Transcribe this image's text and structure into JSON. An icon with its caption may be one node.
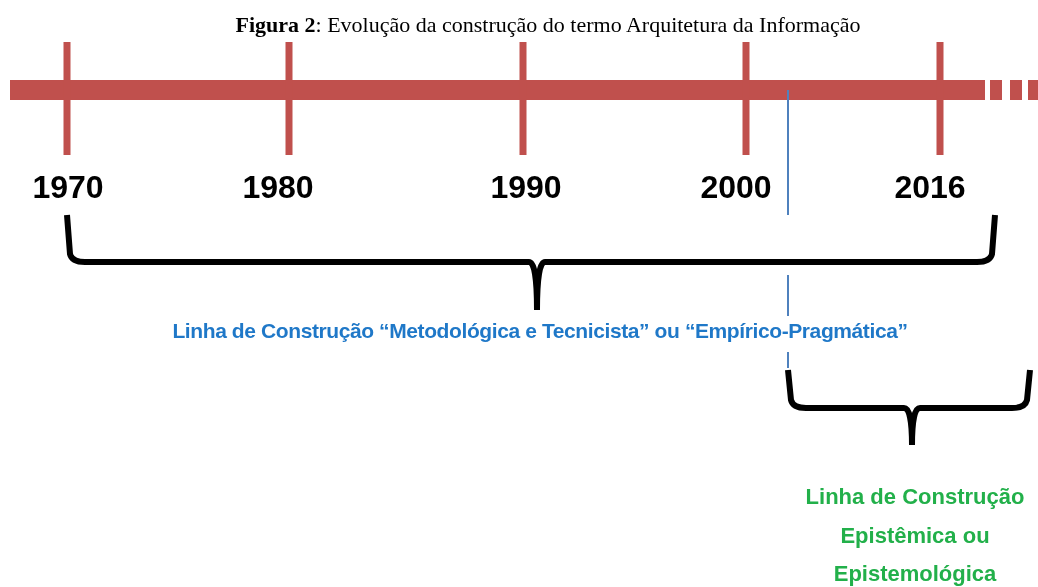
{
  "diagram": {
    "title": "**Figura 2**: Evolução da construção do termo Arquitetura da Informação",
    "labels": [
      "1970",
      "1980",
      "1990",
      "2000",
      "2016",
      "Linha de Construção “Metodológica e Tecnicista” ou “Empírico-Pragmática”",
      "Linha de Construção Epistêmica ou Epistemológica"
    ]
  }
}
